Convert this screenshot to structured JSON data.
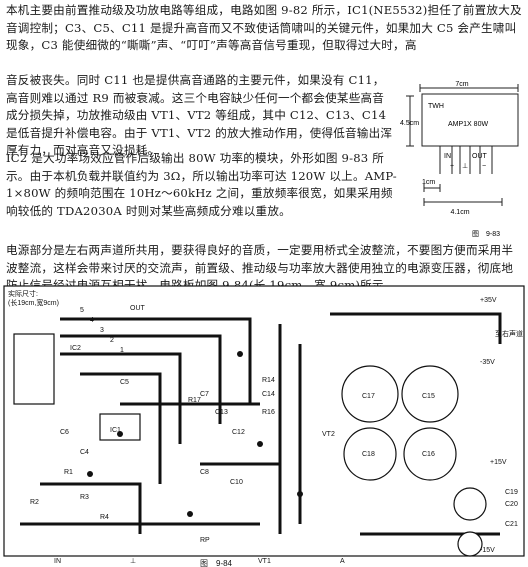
{
  "para1": "本机主要由前置推动级及功放电路等组成，电路如图 9-82 所示，IC1(NE5532)担任了前置放大及音调控制；C3、C5、C11 是提升高音而又不致使话筒啸叫的关键元件，如果加大 C5 会产生啸叫现象，C3 能使细微的“嘶嘶”声、“叮叮”声等高音信号重现，但取得过大时，高",
  "para1b": "音反被丧失。同时 C11 也是提供高音通路的主要元件，如果没有 C11，高音则难以通过 R9 而被衰减。这三个电容缺少任何一个都会使某些高音成分损失掉，功放推动级由 VT1、VT2 等组成，其中 C12、C13、C14 是低音提升补偿电容。由于 VT1、VT2 的放大推动作用，使得低音输出浑厚有力，而对高音又没损耗。",
  "para2": "IC2 是大功率场效应管作后级输出 80W 功率的模块，外形如图 9-83 所示。由于本机负载并联值约为 3Ω，所以输出功率可达 120W 以上。AMP-1×80W 的频响范围在 10Hz～60kHz 之间，重放频率很宽，如果采用频响较低的 TDA2030A 时则对某些高频成分难以重放。",
  "para3": "电源部分是左右两声道所共用，要获得良好的音质，一定要用桥式全波整流，不要图方便而采用半波整流，这样会带来讨厌的交流声，前置级、推动级与功率放大器使用独立的电源变压器，彻底地防止信号经过电源互相干扰。电路板如图 9-84(长 19cm、宽 9cm)所示。",
  "fig83": {
    "dim_top": "7cm",
    "dim_left": "4.5cm",
    "brand": "TWH",
    "model": "AMP1X 80W",
    "pin_in": "IN",
    "pin_out": "OUT",
    "pins": [
      "+",
      "⊥",
      "−"
    ],
    "dim_pin": "1cm",
    "dim_bottom": "4.1cm",
    "caption": "图　9-83"
  },
  "fig84": {
    "size_note_1": "实际尺寸:",
    "size_note_2": "(长19cm,宽9cm)",
    "caption": "图　9-84",
    "labels": {
      "out": "OUT",
      "ic2": "IC2",
      "ic1": "IC1",
      "vt2": "VT2",
      "vt1": "VT1",
      "in": "IN",
      "gnd": "⊥",
      "a": "A",
      "c17": "C17",
      "c15": "C15",
      "c18": "C18",
      "c16": "C16",
      "c19": "C19",
      "c20": "C20",
      "c21": "C21",
      "c6": "C6",
      "c4": "C4",
      "c13": "C13",
      "c12": "C12",
      "c14": "C14",
      "c10": "C10",
      "c7": "C7",
      "c8": "C8",
      "c5": "C5",
      "r17": "R17",
      "r16": "R16",
      "r14": "R14",
      "r1": "R1",
      "r2": "R2",
      "r3": "R3",
      "r4": "R4",
      "rp": "RP",
      "v35p": "+35V",
      "v35n": "-35V",
      "v15p": "+15V",
      "v15n": "-15V",
      "speaker": "至右声道",
      "n5": "5",
      "n4": "4",
      "n3": "3",
      "n2": "2",
      "n1": "1"
    }
  }
}
